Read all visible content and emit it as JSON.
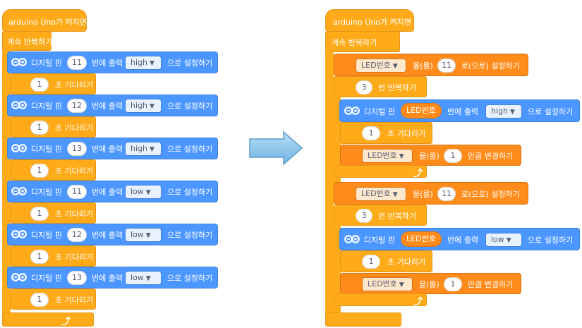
{
  "labels": {
    "hat": "arduino Uno가 켜지면",
    "forever": "계속 반복하기",
    "digital_pin": "디지털 핀",
    "output_at": "번에 출력",
    "set_to": "으로 설정하기",
    "wait_unit": "초 기다리기",
    "variable": "LED번호",
    "eul": "을(를)",
    "ro_set": "로(으로) 설정하기",
    "repeat_unit": "번 반복하기",
    "change_by": "만큼 변경하기"
  },
  "left_program": {
    "steps": [
      {
        "pin": "11",
        "mode": "high",
        "wait": "1"
      },
      {
        "pin": "12",
        "mode": "high",
        "wait": "1"
      },
      {
        "pin": "13",
        "mode": "high",
        "wait": "1"
      },
      {
        "pin": "11",
        "mode": "low",
        "wait": "1"
      },
      {
        "pin": "12",
        "mode": "low",
        "wait": "1"
      },
      {
        "pin": "13",
        "mode": "low",
        "wait": "1"
      }
    ]
  },
  "right_program": {
    "groups": [
      {
        "set_value": "11",
        "repeat": "3",
        "mode": "high",
        "wait": "1",
        "change": "1"
      },
      {
        "set_value": "11",
        "repeat": "3",
        "mode": "low",
        "wait": "1",
        "change": "1"
      }
    ]
  },
  "colors": {
    "control": "#FFAB19",
    "hardware": "#4C97FF",
    "variable": "#FF8C1A",
    "arrow": "#7EC0EC"
  },
  "icons": [
    "arduino-icon",
    "dropdown-arrow-icon",
    "loop-arrow-icon",
    "right-arrow-icon"
  ]
}
